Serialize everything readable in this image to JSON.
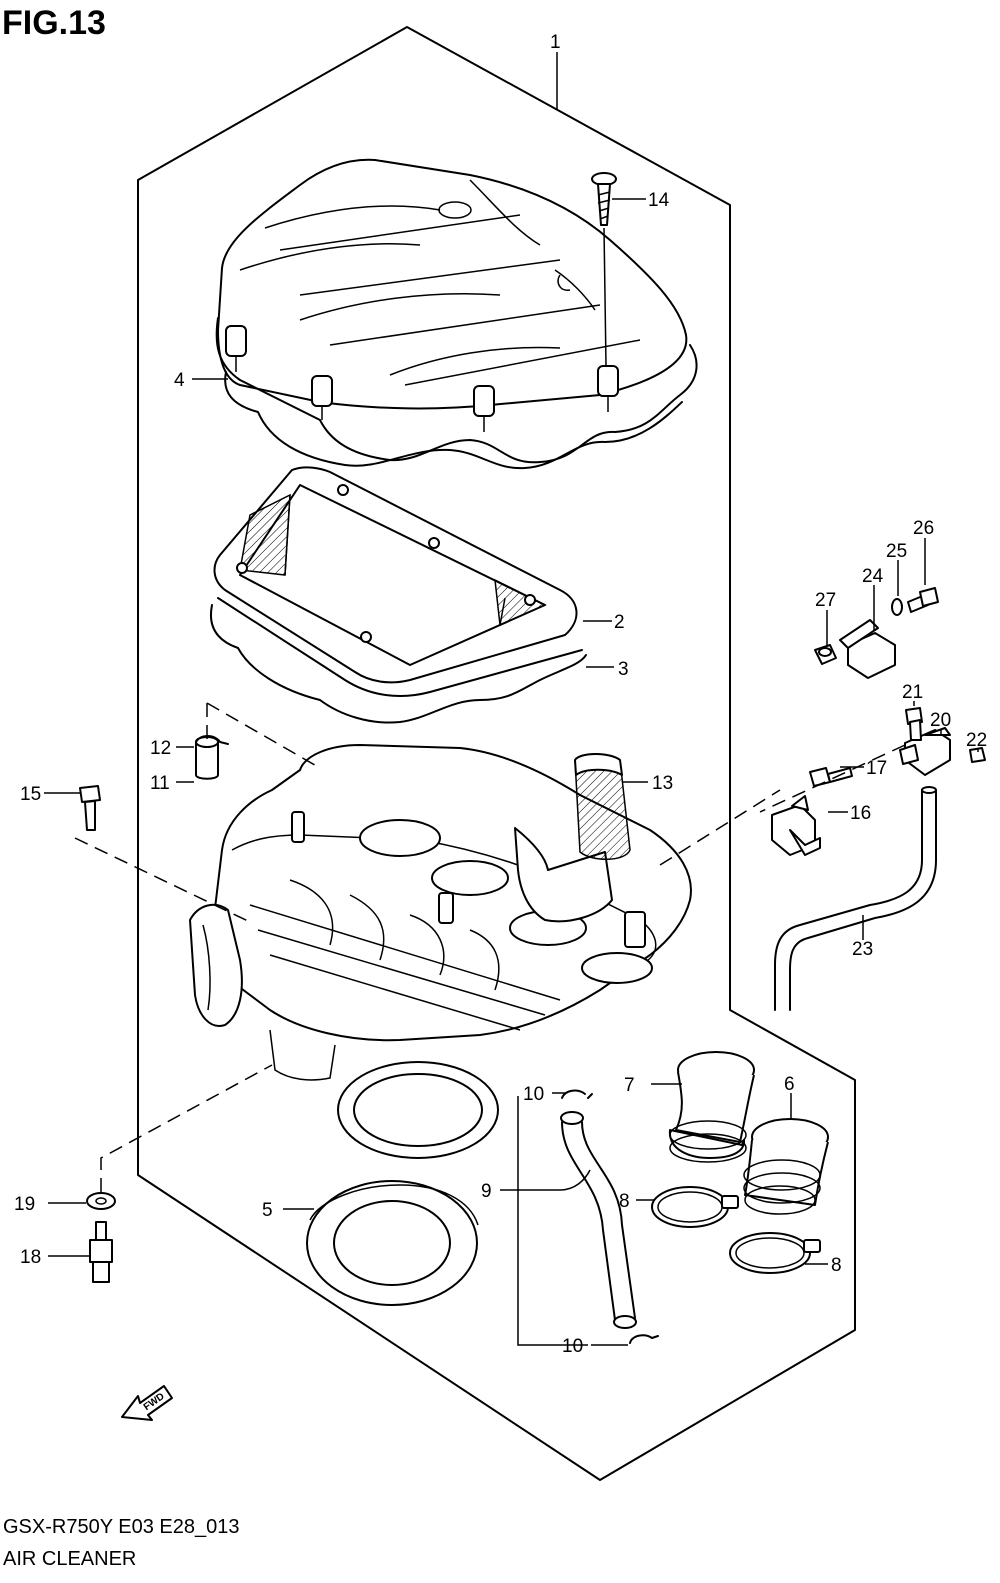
{
  "figure": {
    "title": "FIG.13",
    "model_code": "GSX-R750Y E03 E28_013",
    "caption": "AIR CLEANER",
    "fwd_label": "FWD"
  },
  "callouts": [
    {
      "id": "c1",
      "text": "1"
    },
    {
      "id": "c2",
      "text": "2"
    },
    {
      "id": "c3",
      "text": "3"
    },
    {
      "id": "c4",
      "text": "4"
    },
    {
      "id": "c5",
      "text": "5"
    },
    {
      "id": "c6",
      "text": "6"
    },
    {
      "id": "c7",
      "text": "7"
    },
    {
      "id": "c8a",
      "text": "8"
    },
    {
      "id": "c8b",
      "text": "8"
    },
    {
      "id": "c9",
      "text": "9"
    },
    {
      "id": "c10a",
      "text": "10"
    },
    {
      "id": "c10b",
      "text": "10"
    },
    {
      "id": "c11",
      "text": "11"
    },
    {
      "id": "c12",
      "text": "12"
    },
    {
      "id": "c13",
      "text": "13"
    },
    {
      "id": "c14",
      "text": "14"
    },
    {
      "id": "c15",
      "text": "15"
    },
    {
      "id": "c16",
      "text": "16"
    },
    {
      "id": "c17",
      "text": "17"
    },
    {
      "id": "c18",
      "text": "18"
    },
    {
      "id": "c19",
      "text": "19"
    },
    {
      "id": "c20",
      "text": "20"
    },
    {
      "id": "c21",
      "text": "21"
    },
    {
      "id": "c22",
      "text": "22"
    },
    {
      "id": "c23",
      "text": "23"
    },
    {
      "id": "c24",
      "text": "24"
    },
    {
      "id": "c25",
      "text": "25"
    },
    {
      "id": "c26",
      "text": "26"
    },
    {
      "id": "c27",
      "text": "27"
    }
  ]
}
